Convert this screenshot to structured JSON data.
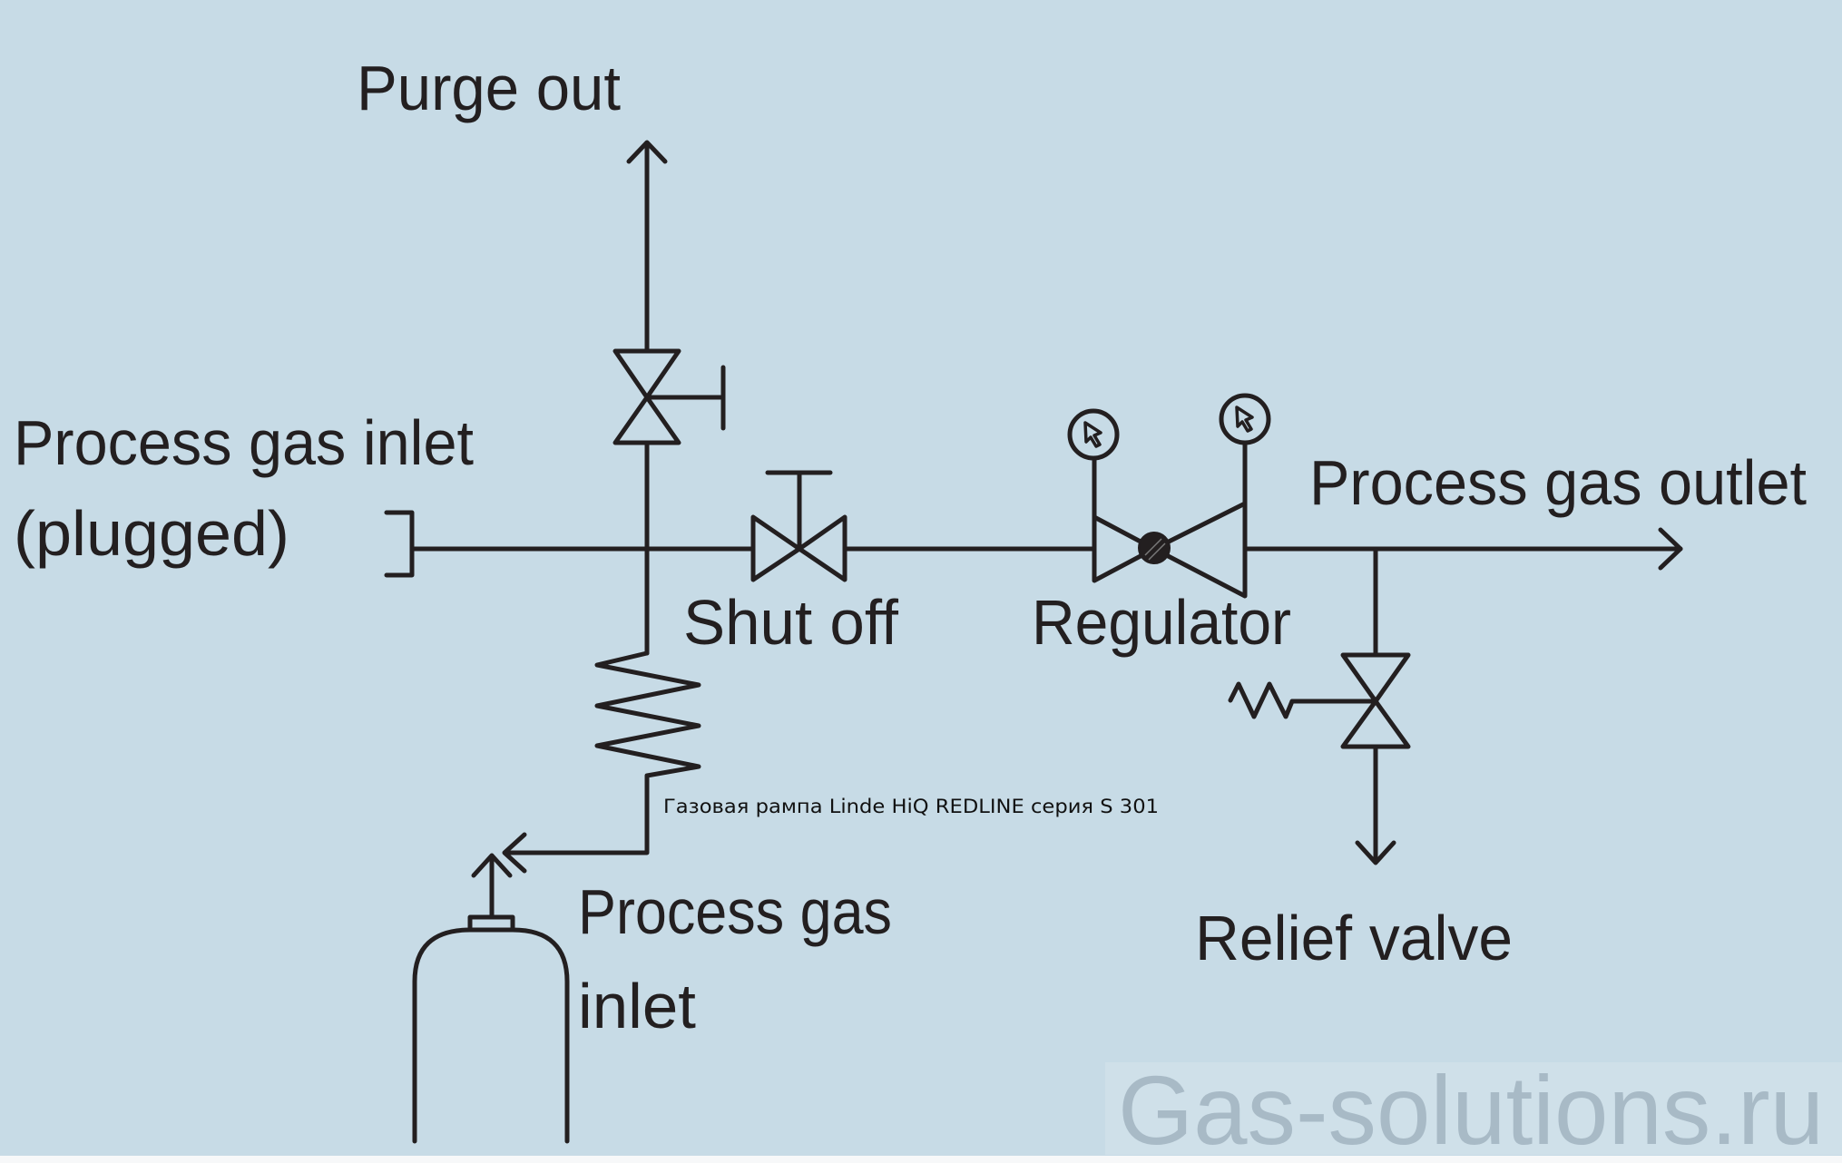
{
  "diagram": {
    "title": "Gas panel schematic",
    "colors": {
      "background": "#c7dbe6",
      "line": "#231f20",
      "watermark_box": "#cfe0e9",
      "watermark_text": "#a8bac6"
    },
    "labels": {
      "purge_out": "Purge out",
      "plugged_inlet_line1": "Process gas inlet",
      "plugged_inlet_line2": "(plugged)",
      "shut_off": "Shut off",
      "regulator": "Regulator",
      "outlet": "Process gas outlet",
      "relief_valve": "Relief valve",
      "inlet_line1": "Process gas",
      "inlet_line2": "inlet"
    },
    "caption": "Газовая рампа Linde HiQ REDLINE серия S 301",
    "watermark": "Gas-solutions.ru",
    "components": [
      {
        "id": "purge-valve",
        "type": "needle valve with handle",
        "label": "Purge out"
      },
      {
        "id": "plug",
        "type": "plugged inlet",
        "label": "Process gas inlet (plugged)"
      },
      {
        "id": "shutoff-valve",
        "type": "gate valve with T-handle",
        "label": "Shut off"
      },
      {
        "id": "regulator",
        "type": "pressure regulator with two gauges",
        "label": "Regulator"
      },
      {
        "id": "relief-valve",
        "type": "spring-loaded relief valve",
        "label": "Relief valve"
      },
      {
        "id": "pigtail",
        "type": "flexible coil",
        "label": ""
      },
      {
        "id": "cylinder",
        "type": "gas cylinder",
        "label": "Process gas inlet"
      }
    ]
  }
}
